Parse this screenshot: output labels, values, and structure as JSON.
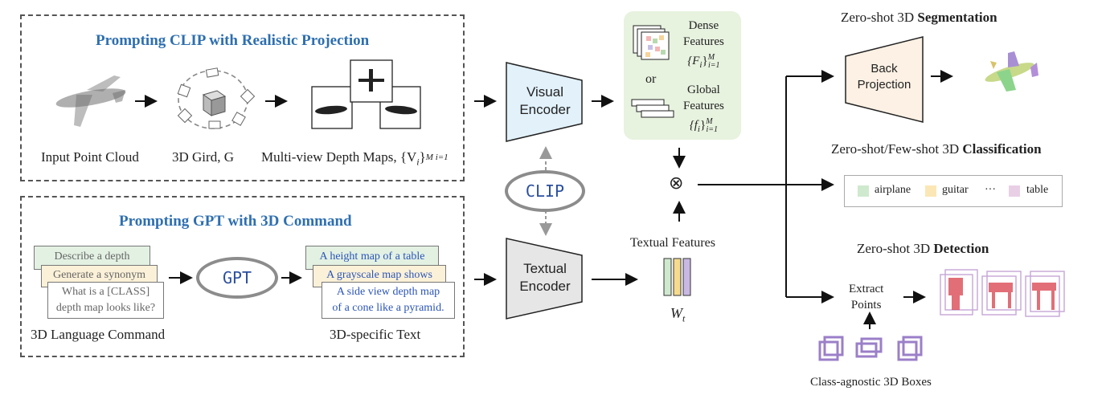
{
  "top_panel": {
    "title": "Prompting  CLIP with Realistic Projection",
    "captions": {
      "input": "Input Point Cloud",
      "grid": "3D Gird, G",
      "depth": "Multi-view  Depth Maps, {V",
      "depth_sub": "i",
      "depth_tail": "}",
      "depth_range": "M i=1"
    }
  },
  "bottom_panel": {
    "title": "Prompting  GPT with 3D Command",
    "commands": [
      "Describe  a depth",
      "Generate  a synonym",
      "What is a [CLASS]",
      "depth map looks like?"
    ],
    "texts": [
      "A height map of a table",
      "A grayscale  map shows",
      "A side view depth map",
      "of a cone like a pyramid."
    ],
    "captions": {
      "command": "3D Language Command",
      "text": "3D-specific Text"
    }
  },
  "center": {
    "clip": "CLIP",
    "gpt": "GPT",
    "visual_encoder": [
      "Visual",
      "Encoder"
    ],
    "textual_encoder": [
      "Textual",
      "Encoder"
    ],
    "dense_features": [
      "Dense",
      "Features"
    ],
    "dense_sym": "{F",
    "global_features": [
      "Global",
      "Features"
    ],
    "global_sym": "{f",
    "or": "or",
    "otimes": "⊗",
    "textual_features": "Textual Features",
    "wt": "W",
    "wt_sub": "t"
  },
  "results": {
    "segmentation": {
      "prefix": "Zero-shot 3D ",
      "bold": "Segmentation"
    },
    "back_projection": [
      "Back",
      "Projection"
    ],
    "classification": {
      "prefix": "Zero-shot/Few-shot 3D ",
      "bold": "Classification"
    },
    "legend": [
      {
        "label": "airplane",
        "color": "#cfe9cf"
      },
      {
        "label": "guitar",
        "color": "#fbe7b6"
      },
      {
        "label": "···",
        "color": ""
      },
      {
        "label": "table",
        "color": "#e9cfe6"
      }
    ],
    "detection": {
      "prefix": "Zero-shot 3D ",
      "bold": "Detection"
    },
    "extract": [
      "Extract",
      "Points"
    ],
    "boxes_caption": "Class-agnostic 3D Boxes"
  },
  "colors": {
    "blue_title": "#2e6fb0",
    "visual_encoder_fill": "#e2f1fa",
    "textual_encoder_fill": "#e6e6e6",
    "back_projection_fill": "#fcf1e4",
    "features_panel": "#e7f2df",
    "text_blue": "#2b55b8"
  },
  "icons": [
    "airplane-point-cloud-icon",
    "3d-grid-icon",
    "depth-map-icon",
    "segmented-airplane-icon",
    "detection-box-icon"
  ]
}
